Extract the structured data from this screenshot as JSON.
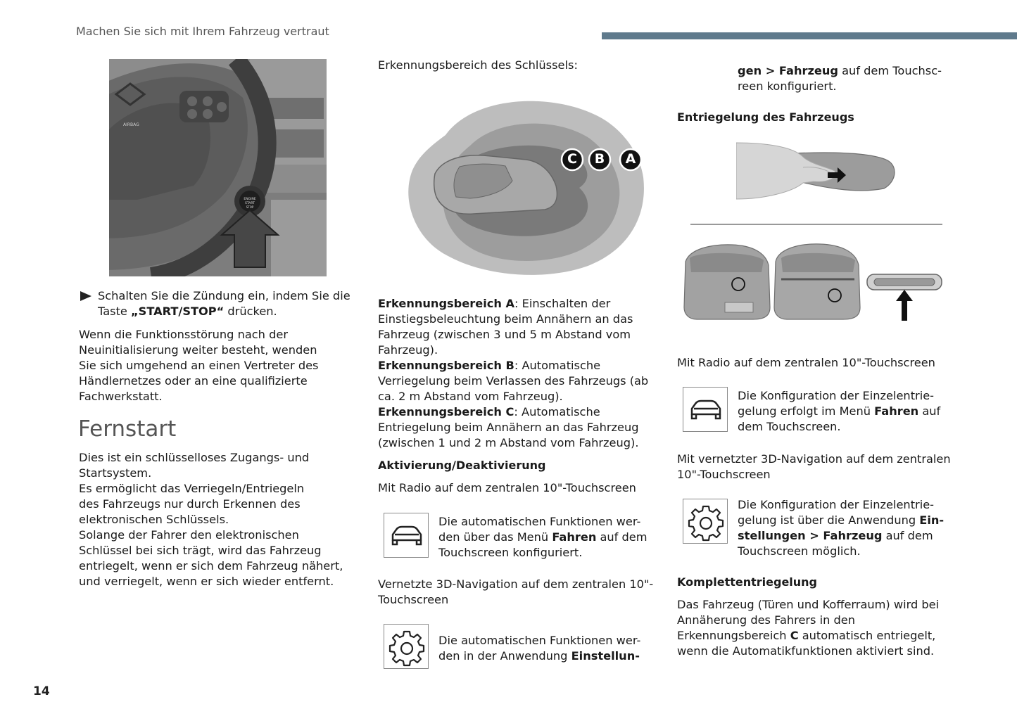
{
  "header": {
    "section_title": "Machen Sie sich mit Ihrem Fahrzeug vertraut"
  },
  "page_number": "14",
  "col1": {
    "bullet": {
      "pre": "Schalten Sie die Zündung ein, indem Sie die Taste ",
      "bold": "„START/STOP“",
      "post": " drücken."
    },
    "start_button_label": "ENGINE START STOP",
    "airbag_label": "AIRBAG",
    "para_fault": "Wenn die Funktionsstörung nach der Neuinitialisierung weiter besteht, wenden Sie sich umgehend an einen Vertreter des Händlernetzes oder an eine qualifizierte Fachwerkstatt.",
    "heading": "Fernstart",
    "para_intro": "Dies ist ein schlüsselloses Zugangs- und Startsystem.",
    "para_2": "Es ermöglicht das Verriegeln/Entriegeln des Fahrzeugs nur durch Erkennen des elektronischen Schlüssels.",
    "para_3": "Solange der Fahrer den elektronischen Schlüssel bei sich trägt, wird das Fahrzeug entriegelt, wenn er sich dem Fahrzeug nähert, und verriegelt, wenn er sich wieder entfernt."
  },
  "col2": {
    "diagram_title": "Erkennungsbereich des Schlüssels:",
    "zone_labels": [
      "C",
      "B",
      "A"
    ],
    "zone_a": {
      "bold": "Erkennungsbereich A",
      "text": ": Einschalten der Einstiegsbeleuchtung beim Annähern an das Fahrzeug (zwischen 3 und 5 m Abstand vom Fahrzeug)."
    },
    "zone_b": {
      "bold": "Erkennungsbereich B",
      "text": ": Automatische Verriegelung beim Verlassen des Fahrzeugs (ab ca. 2 m Abstand vom Fahrzeug)."
    },
    "zone_c": {
      "bold": "Erkennungsbereich C",
      "text": ": Automatische Entriegelung beim Annähern an das Fahrzeug (zwischen 1 und 2 m Abstand vom Fahrzeug)."
    },
    "heading_activation": "Aktivierung/Deaktivierung",
    "radio_label": "Mit Radio auf dem zentralen 10\"-Touchscreen",
    "radio_note": {
      "pre": "Die automatischen Funktionen wer-den über das Menü ",
      "bold": "Fahren",
      "post": " auf dem Touchscreen konfiguriert."
    },
    "nav_label": "Vernetzte 3D-Navigation auf dem zentralen 10\"-Touchscreen",
    "nav_note": {
      "pre": "Die automatischen Funktionen wer-den in der Anwendung ",
      "bold": "Einstellun-"
    }
  },
  "col3": {
    "cont": {
      "bold": "gen > Fahrzeug",
      "post": " auf dem Touchsc-reen konfiguriert."
    },
    "heading_unlock": "Entriegelung des Fahrzeugs",
    "radio_label": "Mit Radio auf dem zentralen 10\"-Touchscreen",
    "radio_note": {
      "pre": "Die Konfiguration der Einzelentrie-gelung erfolgt im Menü ",
      "bold": "Fahren",
      "post": " auf dem Touchscreen."
    },
    "nav_label": "Mit vernetzter 3D-Navigation auf dem zentralen 10\"-Touchscreen",
    "nav_note": {
      "pre": "Die Konfiguration der Einzelentrie-gelung ist über die Anwendung ",
      "bold": "Ein-stellungen > Fahrzeug",
      "post": " auf dem Touchscreen möglich."
    },
    "heading_full": "Komplettentriegelung",
    "full_para": {
      "pre": "Das Fahrzeug (Türen und Kofferraum) wird bei Annäherung des Fahrers in den Erkennungsbereich ",
      "bold": "C",
      "post": " automatisch entriegelt, wenn die Automatikfunktionen aktiviert sind."
    }
  },
  "colors": {
    "header_bar": "#5f7a8c",
    "text": "#1a1a1a",
    "muted": "#555555"
  },
  "icons": [
    "bullet-arrow-icon",
    "car-icon",
    "gear-icon",
    "arrow-up-icon",
    "arrow-right-icon"
  ]
}
